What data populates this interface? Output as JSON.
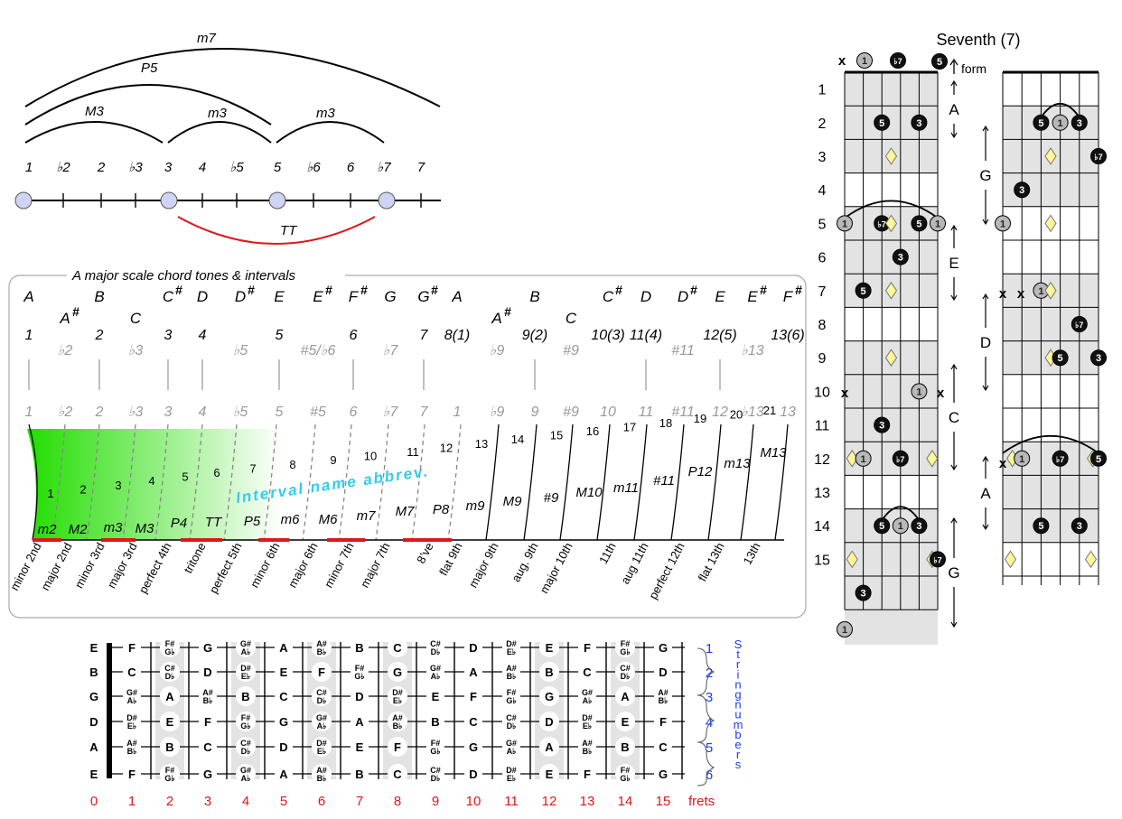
{
  "colors": {
    "accent_red": "#e0161b",
    "accent_blue": "#1a3df0",
    "gradient_green": "#22dd00",
    "cyan_text": "#33ccee",
    "circle_fill": "#cfd4f4",
    "grey_note": "#999999",
    "panel_grey": "#e3e3e3",
    "diamond_yellow": "#fff59a"
  },
  "interval_diagram": {
    "top_arcs": [
      "m7",
      "P5",
      "M3",
      "m3",
      "m3"
    ],
    "degrees": [
      "1",
      "♭2",
      "2",
      "♭3",
      "3",
      "4",
      "♭5",
      "5",
      "♭6",
      "6",
      "♭7",
      "7"
    ],
    "tritone_label": "TT"
  },
  "scale_panel": {
    "title": "A major scale chord tones & intervals",
    "notes_upper": [
      "A",
      "A#",
      "B",
      "C",
      "C#",
      "D",
      "D#",
      "E",
      "E#",
      "F#",
      "G",
      "G#",
      "A",
      "A#",
      "B",
      "C",
      "C#",
      "D",
      "D#",
      "E",
      "E#",
      "F#"
    ],
    "degrees_upper": [
      "1",
      "♭2",
      "2",
      "♭3",
      "3",
      "4",
      "♭5",
      "5",
      "#5/♭6",
      "6",
      "♭7",
      "7",
      "8(1)",
      "♭9",
      "9(2)",
      "#9",
      "10(3)",
      "11(4)",
      "#11",
      "12(5)",
      "♭13",
      "13(6)"
    ],
    "degrees_lower": [
      "1",
      "♭2",
      "2",
      "♭3",
      "3",
      "4",
      "♭5",
      "5",
      "#5",
      "6",
      "♭7",
      "7",
      "1",
      "♭9",
      "9",
      "#9",
      "10",
      "11",
      "#11",
      "12",
      "♭13",
      "13"
    ],
    "semitones": [
      "1",
      "2",
      "3",
      "4",
      "5",
      "6",
      "7",
      "8",
      "9",
      "10",
      "11",
      "12",
      "13",
      "14",
      "15",
      "16",
      "17",
      "18",
      "19",
      "20",
      "21"
    ],
    "abbrevs": [
      "m2",
      "M2",
      "m3",
      "M3",
      "P4",
      "TT",
      "P5",
      "m6",
      "M6",
      "m7",
      "M7",
      "P8",
      "m9",
      "M9",
      "#9",
      "M10",
      "m11",
      "#11",
      "P12",
      "m13",
      "M13"
    ],
    "watermark": "Interval name abbrev.",
    "full_names": [
      "minor 2nd",
      "major 2nd",
      "minor 3rd",
      "major 3rd",
      "perfect 4th",
      "tritone",
      "perfect 5th",
      "minor 6th",
      "major 6th",
      "minor 7th",
      "major 7th",
      "8’ve",
      "flat 9th",
      "major 9th",
      "aug. 9th",
      "major 10th",
      "11th",
      "aug 11th",
      "perfect 12th",
      "flat 13th",
      "13th"
    ]
  },
  "fretboard_map": {
    "open_strings": [
      "E",
      "B",
      "G",
      "D",
      "A",
      "E"
    ],
    "rows": [
      [
        "F",
        "F#/G♭",
        "G",
        "G#/A♭",
        "A",
        "A#/B♭",
        "B",
        "C",
        "C#/D♭",
        "D",
        "D#/E♭",
        "E",
        "F",
        "F#/G♭",
        "G"
      ],
      [
        "C",
        "C#/D♭",
        "D",
        "D#/E♭",
        "E",
        "F",
        "F#/G♭",
        "G",
        "G#/A♭",
        "A",
        "A#/B♭",
        "B",
        "C",
        "C#/D♭",
        "D"
      ],
      [
        "G#/A♭",
        "A",
        "A#/B♭",
        "B",
        "C",
        "C#/D♭",
        "D",
        "D#/E♭",
        "E",
        "F",
        "F#/G♭",
        "G",
        "G#/A♭",
        "A",
        "A#/B♭"
      ],
      [
        "D#/E♭",
        "E",
        "F",
        "F#/G♭",
        "G",
        "G#/A♭",
        "A",
        "A#/B♭",
        "B",
        "C",
        "C#/D♭",
        "D",
        "D#/E♭",
        "E",
        "F"
      ],
      [
        "A#/B♭",
        "B",
        "C",
        "C#/D♭",
        "D",
        "D#/E♭",
        "E",
        "F",
        "F#/G♭",
        "G",
        "G#/A♭",
        "A",
        "A#/B♭",
        "B",
        "C"
      ],
      [
        "F",
        "F#/G♭",
        "G",
        "G#/A♭",
        "A",
        "A#/B♭",
        "B",
        "C",
        "C#/D♭",
        "D",
        "D#/E♭",
        "E",
        "F",
        "F#/G♭",
        "G"
      ]
    ],
    "string_numbers": [
      "1",
      "2",
      "3",
      "4",
      "5",
      "6"
    ],
    "vertical_label": "String numbers",
    "fret_numbers": [
      "0",
      "1",
      "2",
      "3",
      "4",
      "5",
      "6",
      "7",
      "8",
      "9",
      "10",
      "11",
      "12",
      "13",
      "14",
      "15"
    ],
    "frets_label": "frets"
  },
  "seventh_chart": {
    "title": "Seventh (7)",
    "fret_labels": [
      "1",
      "2",
      "3",
      "4",
      "5",
      "6",
      "7",
      "8",
      "9",
      "10",
      "11",
      "12",
      "13",
      "14",
      "15"
    ],
    "form_label": "form",
    "forms_left": [
      "A",
      "E",
      "C",
      "G"
    ],
    "forms_right": [
      "G",
      "D",
      "A"
    ],
    "muted_mark": "x",
    "labels": {
      "root": "1",
      "third": "3",
      "fifth": "5",
      "seventh": "♭7"
    }
  }
}
